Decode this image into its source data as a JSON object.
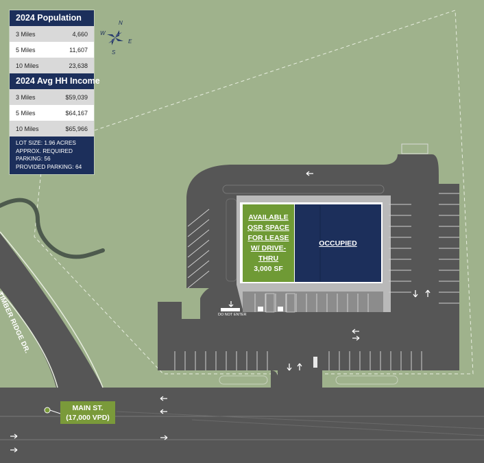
{
  "demographics": {
    "population_title": "2024 Population",
    "population_rows": [
      {
        "label": "3 Miles",
        "value": "4,660"
      },
      {
        "label": "5 Miles",
        "value": "11,607"
      },
      {
        "label": "10 Miles",
        "value": "23,638"
      }
    ],
    "income_title": "2024 Avg HH Income",
    "income_rows": [
      {
        "label": "3 Miles",
        "value": "$59,039"
      },
      {
        "label": "5 Miles",
        "value": "$64,167"
      },
      {
        "label": "10 Miles",
        "value": "$65,966"
      }
    ],
    "notes": [
      "LOT SIZE: 1.96 ACRES",
      "APPROX. REQUIRED",
      "PARKING: 56",
      "PROVIDED PARKING: 64"
    ]
  },
  "compass": {
    "n": "N",
    "e": "E",
    "s": "S",
    "w": "W"
  },
  "available_space": [
    "AVAILABLE",
    "QSR SPACE",
    "FOR LEASE",
    "W/ DRIVE-",
    "THRU",
    "3,000 SF"
  ],
  "occupied_label": "OCCUPIED",
  "main_street": {
    "line1": "MAIN ST.",
    "line2": "(17,000 VPD)"
  },
  "timber_ridge": "TIMBER RIDGE DR.",
  "do_not_enter": "DO NOT ENTER",
  "colors": {
    "grass": "#9fb28c",
    "asphalt": "#555555",
    "navy": "#1c2f5b",
    "available_green": "#6f9a35",
    "label_green": "#7a9a3a"
  }
}
